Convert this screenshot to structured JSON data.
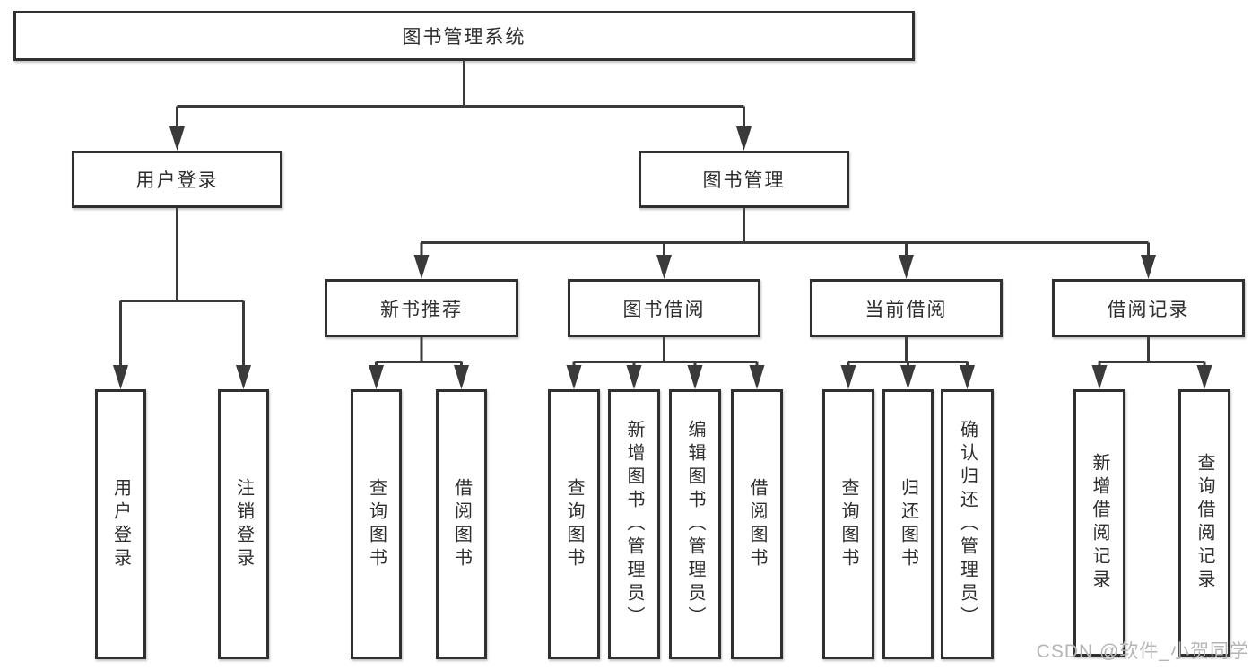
{
  "hierarchy": {
    "label": "图书管理系统",
    "children": [
      {
        "label": "用户登录",
        "children": [
          {
            "label": "用户登录"
          },
          {
            "label": "注销登录"
          }
        ]
      },
      {
        "label": "图书管理",
        "children": [
          {
            "label": "新书推荐",
            "children": [
              {
                "label": "查询图书"
              },
              {
                "label": "借阅图书"
              }
            ]
          },
          {
            "label": "图书借阅",
            "children": [
              {
                "label": "查询图书"
              },
              {
                "label": "新增图书（管理员）"
              },
              {
                "label": "编辑图书（管理员）"
              },
              {
                "label": "借阅图书"
              }
            ]
          },
          {
            "label": "当前借阅",
            "children": [
              {
                "label": "查询图书"
              },
              {
                "label": "归还图书"
              },
              {
                "label": "确认归还（管理员）"
              }
            ]
          },
          {
            "label": "借阅记录",
            "children": [
              {
                "label": "新增借阅记录"
              },
              {
                "label": "查询借阅记录"
              }
            ]
          }
        ]
      }
    ]
  },
  "watermark": {
    "text": "CSDN @软件_小贺同学"
  },
  "colors": {
    "line": "#3a3a3a",
    "box_border": "#303030",
    "text": "#2e2e2e",
    "watermark": "#b5b5b5",
    "background": "#ffffff"
  }
}
